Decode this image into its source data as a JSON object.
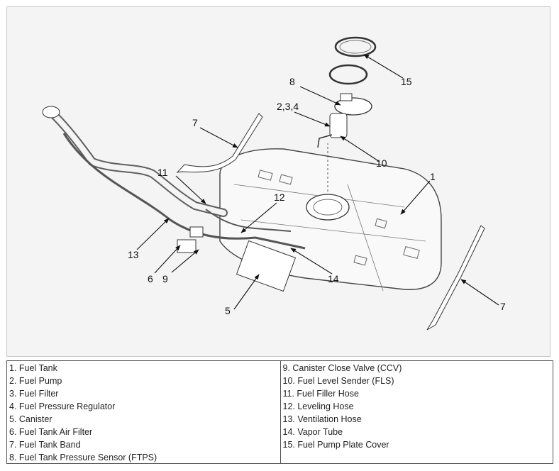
{
  "callouts": [
    "1",
    "2,3,4",
    "5",
    "6",
    "7",
    "7",
    "8",
    "9",
    "10",
    "11",
    "12",
    "13",
    "14",
    "15"
  ],
  "legend": {
    "left": [
      "1. Fuel Tank",
      "2. Fuel Pump",
      "3. Fuel Filter",
      "4. Fuel Pressure Regulator",
      "5. Canister",
      "6. Fuel Tank Air Filter",
      "7. Fuel Tank Band",
      "8. Fuel Tank Pressure Sensor (FTPS)"
    ],
    "right": [
      "9. Canister Close Valve (CCV)",
      "10. Fuel Level Sender (FLS)",
      "11. Fuel Filler Hose",
      "12. Leveling Hose",
      "13. Ventilation Hose",
      "14. Vapor Tube",
      "15. Fuel Pump Plate Cover"
    ]
  }
}
